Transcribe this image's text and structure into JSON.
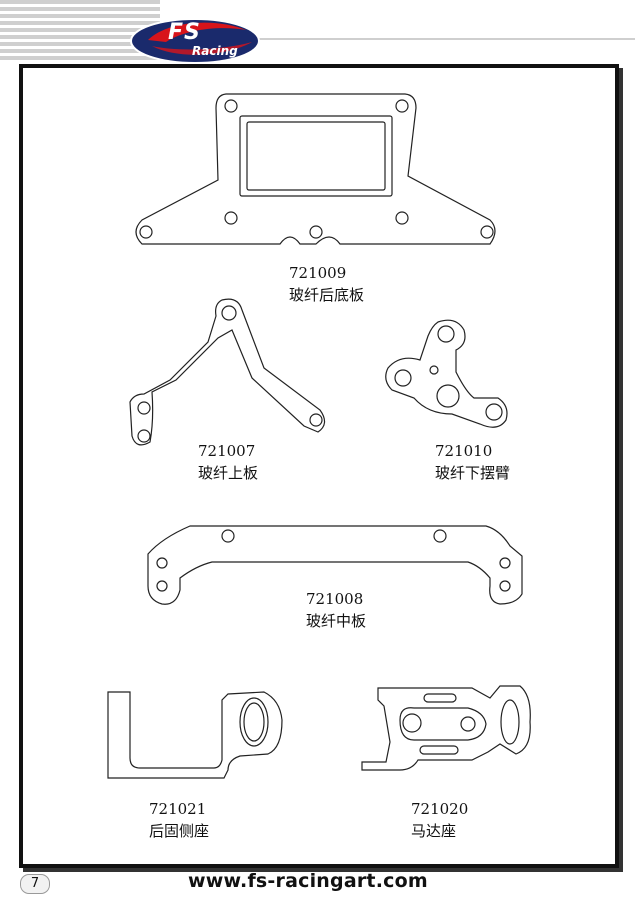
{
  "brand": {
    "logo_text": "FS",
    "logo_subtext": "Racing",
    "logo_colors": {
      "red": "#d8141a",
      "navy": "#1a2a6c"
    }
  },
  "parts": [
    {
      "code": "721009",
      "name": "玻纤后底板"
    },
    {
      "code": "721007",
      "name": "玻纤上板"
    },
    {
      "code": "721010",
      "name": "玻纤下摆臂"
    },
    {
      "code": "721008",
      "name": "玻纤中板"
    },
    {
      "code": "721021",
      "name": "后固侧座"
    },
    {
      "code": "721020",
      "name": "马达座"
    }
  ],
  "footer": {
    "page_number": "7",
    "website": "www.fs-racingart.com"
  }
}
